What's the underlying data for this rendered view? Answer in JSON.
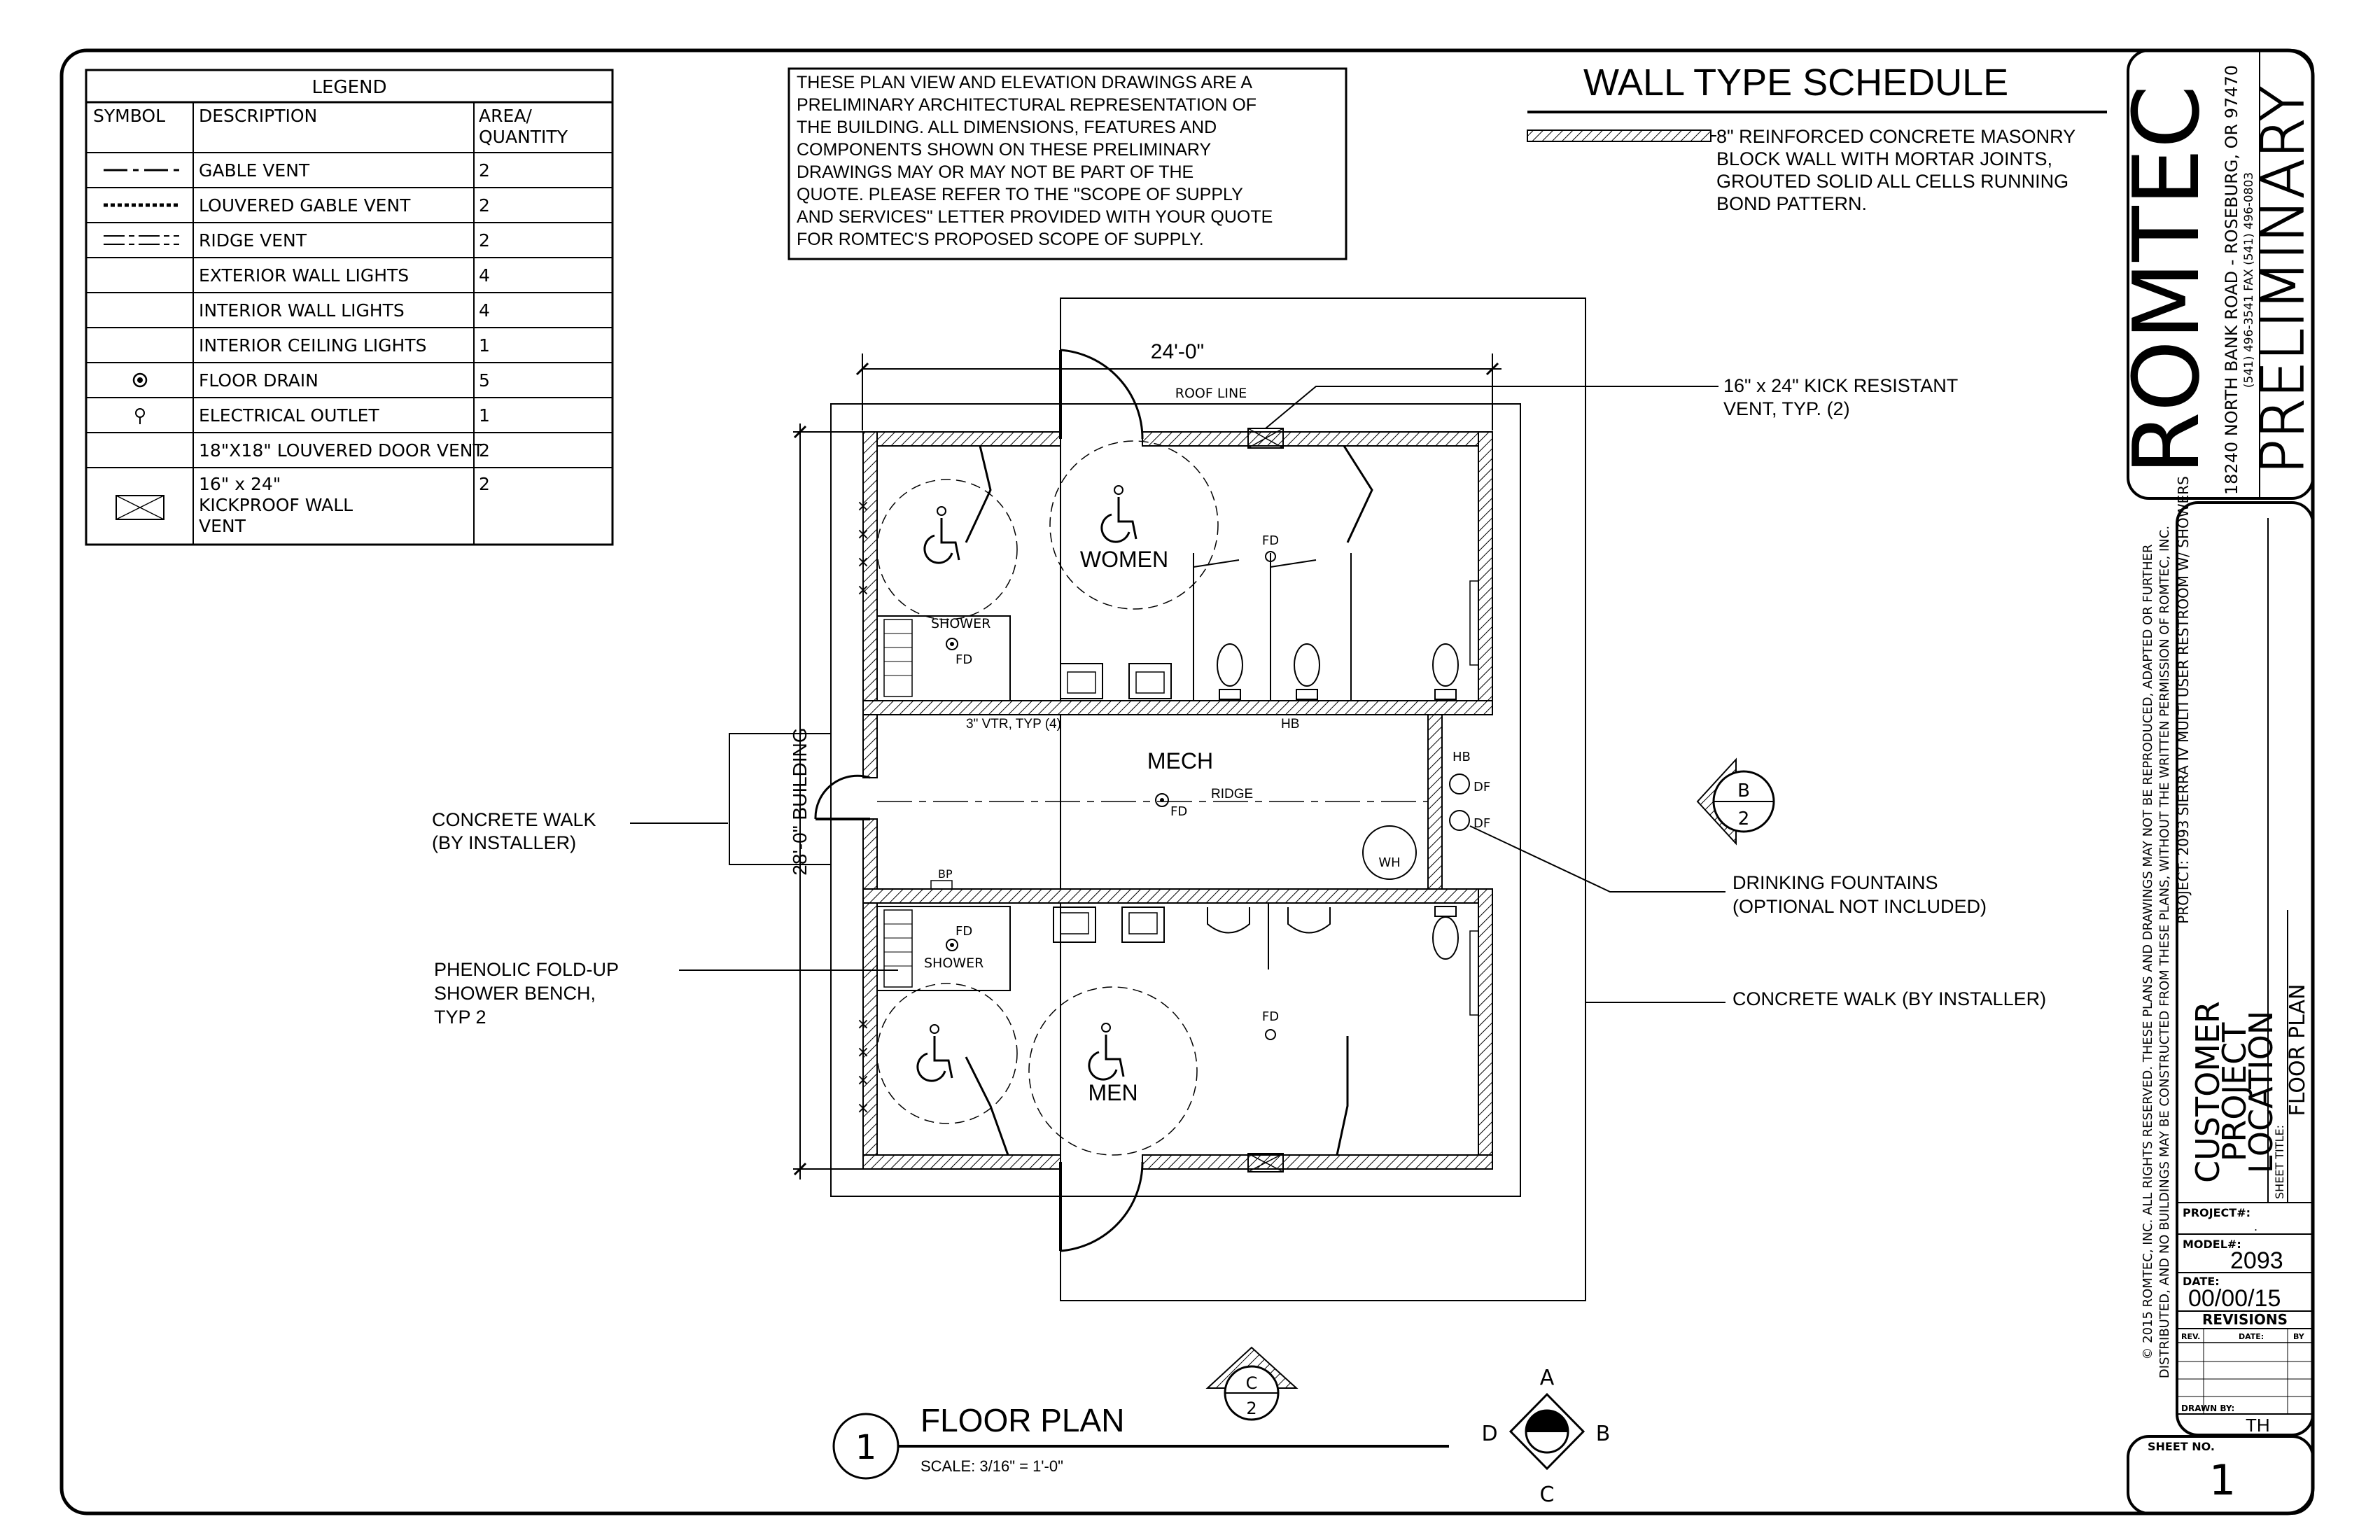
{
  "legend": {
    "title": "LEGEND",
    "headers": [
      "SYMBOL",
      "DESCRIPTION",
      "AREA/",
      "QUANTITY"
    ],
    "rows": [
      {
        "desc": "GABLE VENT",
        "qty": "2",
        "symbol": "gable-vent-icon"
      },
      {
        "desc": "LOUVERED GABLE VENT",
        "qty": "2",
        "symbol": "louvered-vent-icon"
      },
      {
        "desc": "RIDGE VENT",
        "qty": "2",
        "symbol": "ridge-vent-icon"
      },
      {
        "desc": "EXTERIOR WALL LIGHTS",
        "qty": "4",
        "symbol": ""
      },
      {
        "desc": "INTERIOR WALL LIGHTS",
        "qty": "4",
        "symbol": ""
      },
      {
        "desc": "INTERIOR CEILING LIGHTS",
        "qty": "1",
        "symbol": ""
      },
      {
        "desc": "FLOOR DRAIN",
        "qty": "5",
        "symbol": "floor-drain-icon"
      },
      {
        "desc": "ELECTRICAL OUTLET",
        "qty": "1",
        "symbol": "outlet-icon"
      },
      {
        "desc": "18\"X18\" LOUVERED DOOR VENT",
        "qty": "2",
        "symbol": ""
      },
      {
        "desc_lines": [
          "16\" x 24\"",
          "KICKPROOF WALL",
          "VENT"
        ],
        "qty": "2",
        "symbol": "kickproof-vent-icon"
      }
    ]
  },
  "disclaimer": [
    "THESE PLAN VIEW AND ELEVATION DRAWINGS ARE A",
    "PRELIMINARY ARCHITECTURAL REPRESENTATION OF",
    "THE BUILDING. ALL DIMENSIONS, FEATURES AND",
    "COMPONENTS SHOWN ON THESE PRELIMINARY",
    "DRAWINGS MAY OR MAY NOT BE PART OF THE",
    "QUOTE. PLEASE REFER TO THE \"SCOPE OF SUPPLY",
    "AND SERVICES\" LETTER PROVIDED WITH YOUR QUOTE",
    "FOR ROMTEC'S PROPOSED SCOPE OF SUPPLY."
  ],
  "wall_schedule": {
    "title": "WALL TYPE SCHEDULE",
    "lines": [
      "8\" REINFORCED CONCRETE MASONRY",
      "BLOCK WALL WITH MORTAR JOINTS,",
      "GROUTED SOLID ALL CELLS RUNNING",
      "BOND PATTERN."
    ]
  },
  "plan": {
    "dim_width": "24'-0\"",
    "dim_depth": "28'-0\" BUILDING",
    "roof_line": "ROOF LINE",
    "rooms": {
      "women": "WOMEN",
      "men": "MEN",
      "mech": "MECH"
    },
    "labels": {
      "shower": "SHOWER",
      "fd": "FD",
      "vtr": "3\" VTR, TYP (4)",
      "hb": "HB",
      "ridge": "RIDGE",
      "wh": "WH",
      "df": "DF",
      "bp": "BP"
    }
  },
  "callouts": {
    "kick_vent": [
      "16\" x 24\" KICK RESISTANT",
      "VENT, TYP. (2)"
    ],
    "concrete_walk_left": [
      "CONCRETE WALK",
      "(BY INSTALLER)"
    ],
    "drinking_fountains": [
      "DRINKING FOUNTAINS",
      "(OPTIONAL NOT INCLUDED)"
    ],
    "concrete_walk_right": "CONCRETE WALK (BY INSTALLER)",
    "bench": [
      "PHENOLIC FOLD-UP",
      "SHOWER BENCH,",
      "TYP 2"
    ]
  },
  "section_b": {
    "letter": "B",
    "number": "2"
  },
  "section_c": {
    "letter": "C",
    "number": "2"
  },
  "drawing_title": {
    "number": "1",
    "title": "FLOOR PLAN",
    "scale": "SCALE: 3/16\" = 1'-0\""
  },
  "compass": {
    "n": "A",
    "e": "B",
    "s": "C",
    "w": "D"
  },
  "title_block": {
    "company": "ROMTEC",
    "address": "18240 NORTH BANK ROAD - ROSEBURG, OR 97470",
    "phone": "(541) 496-3541    FAX (541) 496-0803",
    "stamp": "PRELIMINARY",
    "copyright": [
      "© 2015 ROMTEC, INC.  ALL RIGHTS RESERVED.  THESE PLANS AND DRAWINGS MAY NOT BE REPRODUCED, ADAPTED OR FURTHER",
      "DISTRIBUTED, AND NO BUILDINGS MAY BE CONSTRUCTED FROM THESE PLANS, WITHOUT THE WRITTEN PERMISSION OF ROMTEC, INC."
    ],
    "project_label": "PROJECT:",
    "project_name": "2093 SIERRA IV MULTI USER RESTROOM W/ SHOWERS",
    "customer": "CUSTOMER",
    "project": "PROJECT",
    "location": "LOCATION",
    "sheet_title_label": "SHEET TITLE:",
    "sheet_title": "FLOOR PLAN",
    "project_no_label": "PROJECT#:",
    "project_no": ".",
    "model_label": "MODEL#:",
    "model": "2093",
    "date_label": "DATE:",
    "date": "00/00/15",
    "revisions": "REVISIONS",
    "rev_headers": [
      "REV.",
      "DATE:",
      "BY"
    ],
    "drawn_by_label": "DRAWN BY:",
    "drawn_by": "TH",
    "sheet_no_label": "SHEET NO.",
    "sheet_no": "1"
  }
}
